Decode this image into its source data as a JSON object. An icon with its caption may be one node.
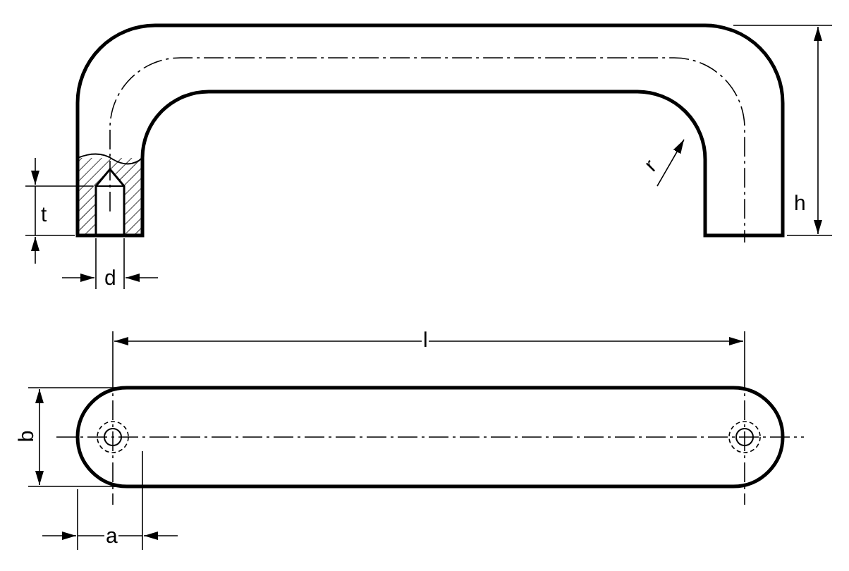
{
  "diagram": {
    "labels": [
      "r",
      "h",
      "t",
      "d",
      "l",
      "b",
      "a"
    ]
  }
}
